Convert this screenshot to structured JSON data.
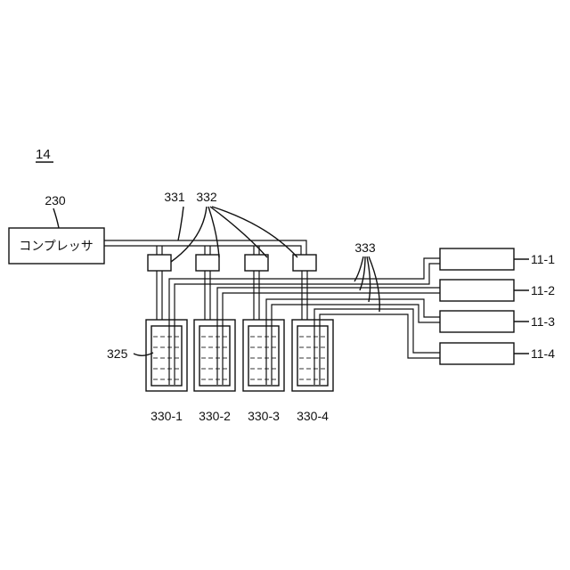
{
  "figure_number": "14",
  "compressor": {
    "ref": "230",
    "label": "コンプレッサ"
  },
  "refs": {
    "pipe": "331",
    "valves": "332",
    "lines": "333",
    "liquid": "325"
  },
  "tanks": [
    "330-1",
    "330-2",
    "330-3",
    "330-4"
  ],
  "outputs": [
    "11-1",
    "11-2",
    "11-3",
    "11-4"
  ]
}
